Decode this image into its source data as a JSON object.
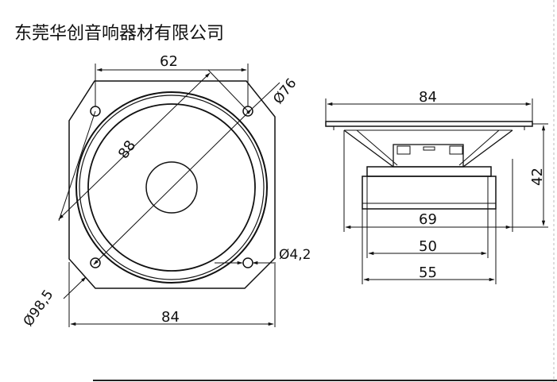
{
  "company": "东莞华创音响器材有限公司",
  "front_view": {
    "dim_top": "62",
    "dim_bottom": "84",
    "dim_diagonal": "88",
    "dim_circle": "Ø76",
    "dim_hole": "Ø4,2",
    "dim_outer": "Ø98,5"
  },
  "side_view": {
    "dim_width": "84",
    "dim_height": "42",
    "dim_69": "69",
    "dim_50": "50",
    "dim_55": "55"
  }
}
